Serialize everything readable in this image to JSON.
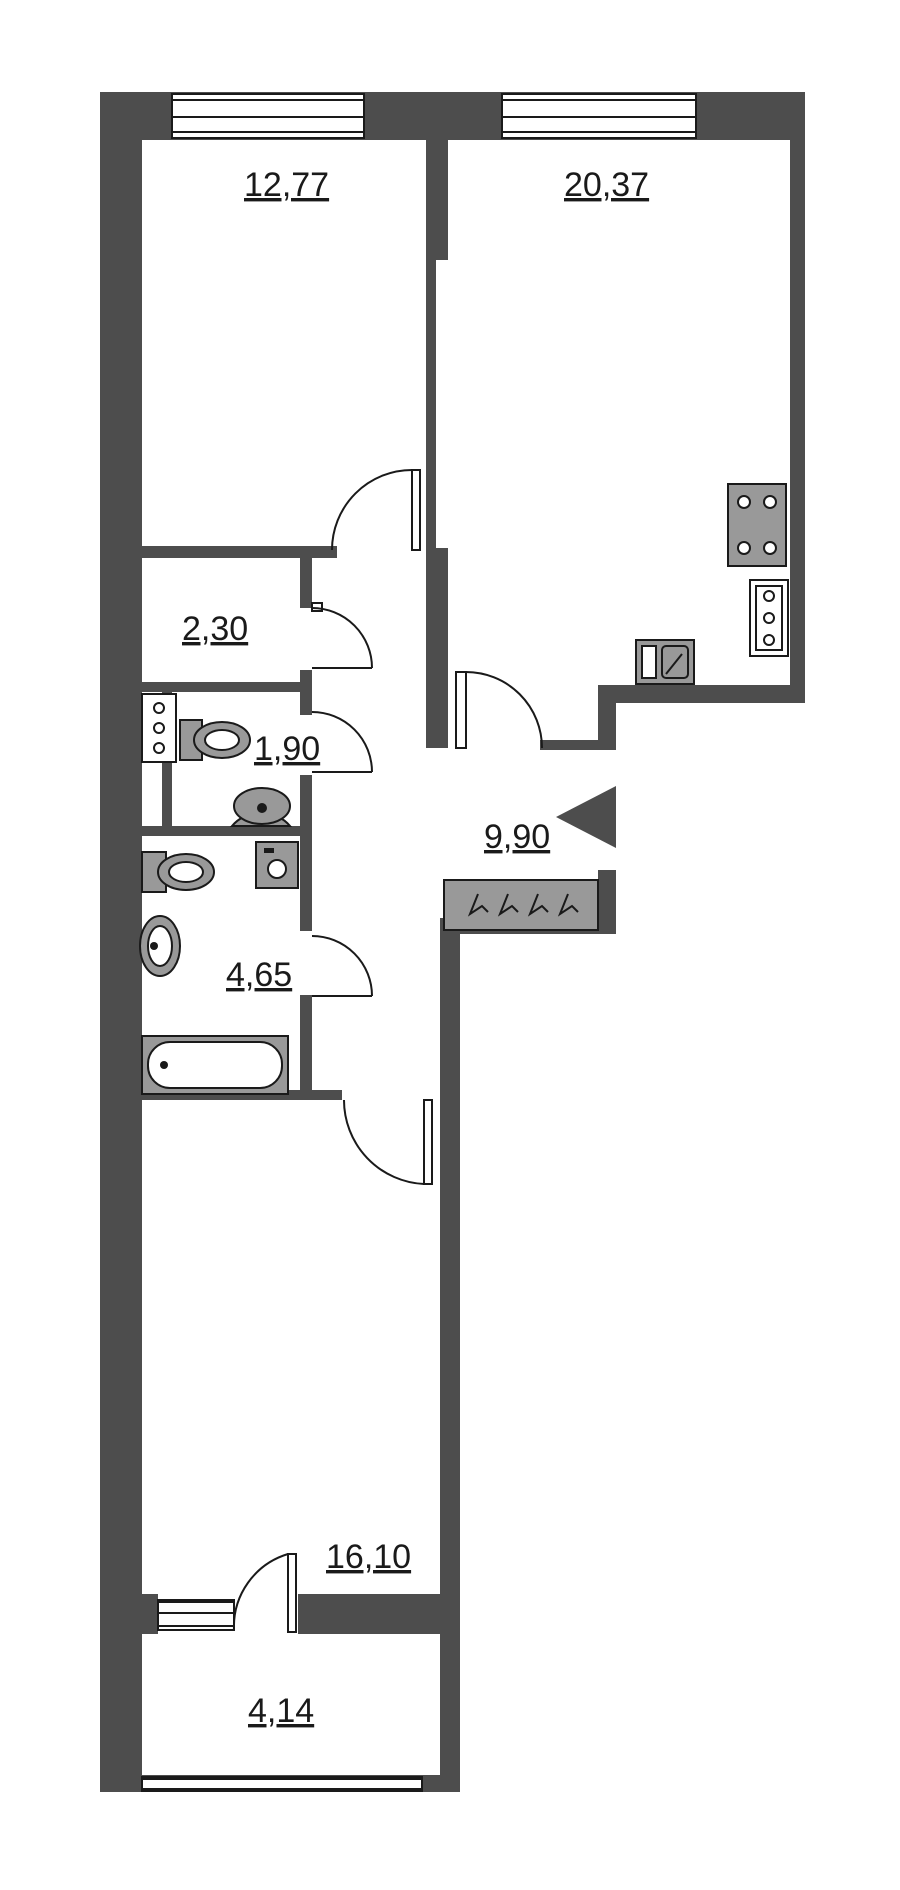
{
  "rooms": {
    "bedroom_top": {
      "area": "12,77"
    },
    "kitchen_living": {
      "area": "20,37"
    },
    "storage": {
      "area": "2,30"
    },
    "toilet": {
      "area": "1,90"
    },
    "hall": {
      "area": "9,90"
    },
    "bathroom": {
      "area": "4,65"
    },
    "bedroom_bottom": {
      "area": "16,10"
    },
    "balcony": {
      "area": "4,14"
    }
  },
  "colors": {
    "wall": "#4d4d4d",
    "fixture": "#999999",
    "line": "#1a1a1a",
    "background": "#ffffff"
  },
  "icons": [
    "window-icon",
    "door-icon",
    "stove-icon",
    "sink-icon",
    "toilet-icon",
    "washing-machine-icon",
    "bathtub-icon",
    "wardrobe-icon",
    "entrance-arrow-icon"
  ]
}
